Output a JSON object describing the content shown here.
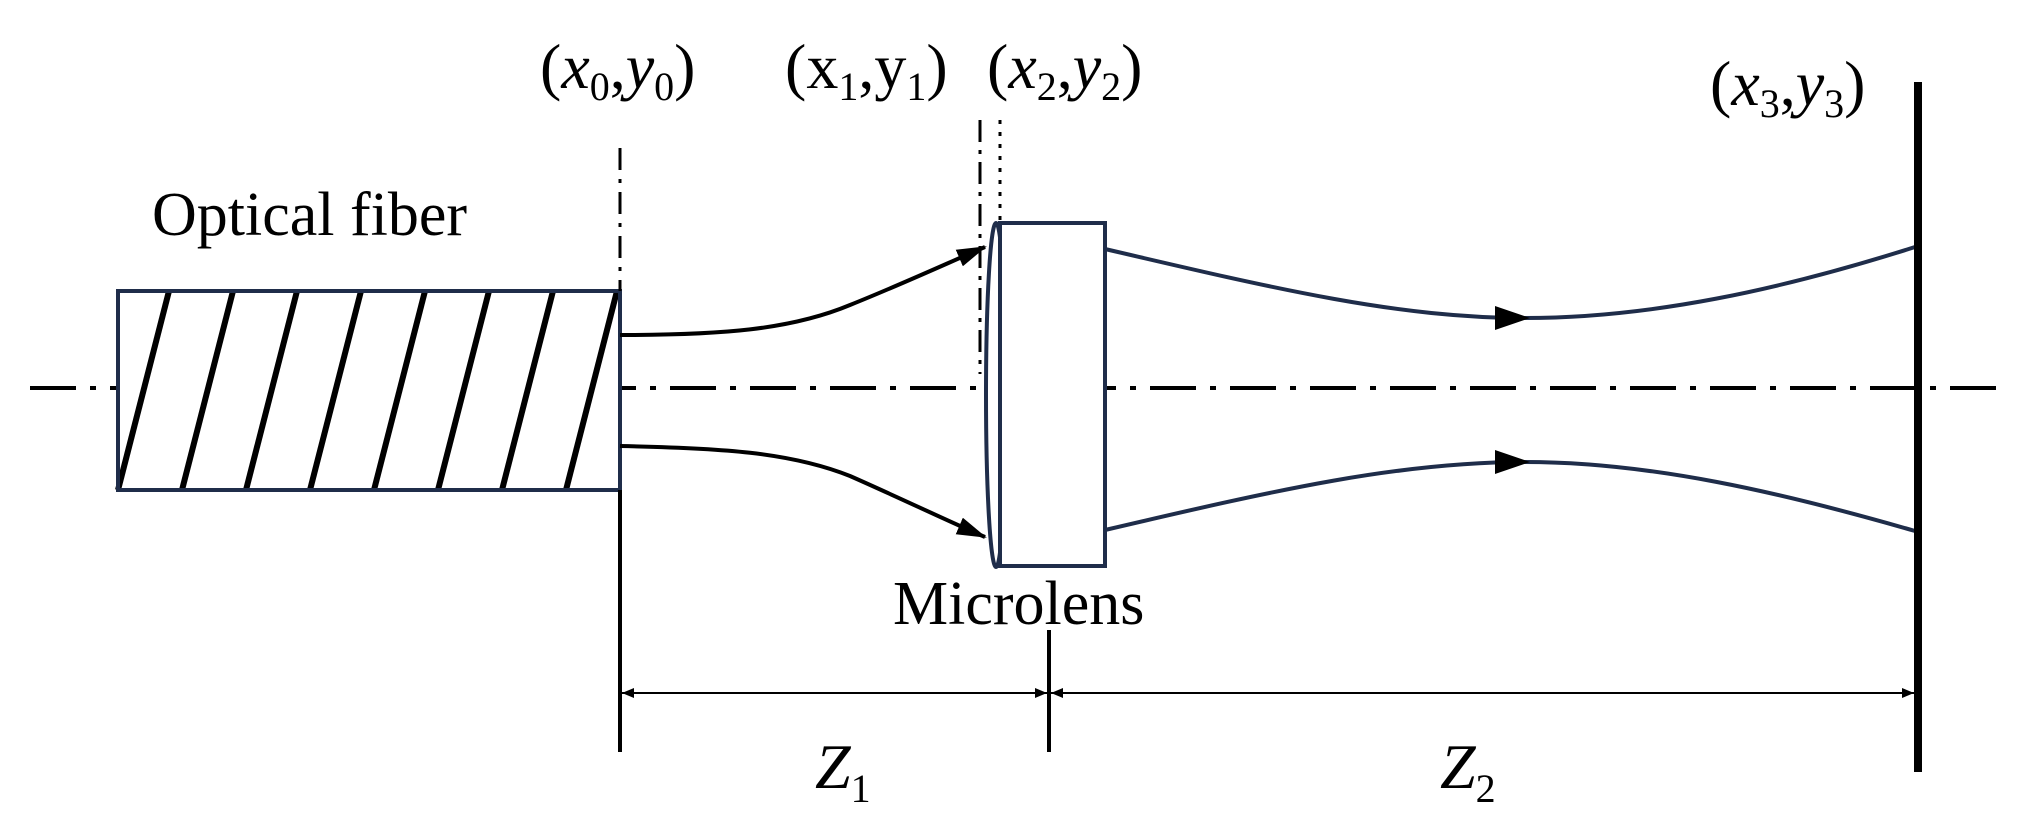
{
  "labels": {
    "fiber": "Optical fiber",
    "microlens": "Microlens"
  },
  "points": {
    "p0": {
      "open": "(",
      "x": "x",
      "x_sub": "0",
      "sep": ",",
      "y": "y",
      "y_sub": "0",
      "close": ")"
    },
    "p1": {
      "open": "(",
      "x": "x",
      "x_sub": "1",
      "sep": ",",
      "y": "y",
      "y_sub": "1",
      "close": ")"
    },
    "p2": {
      "open": "(",
      "x": "x",
      "x_sub": "2",
      "sep": ",",
      "y": "y",
      "y_sub": "2",
      "close": ")"
    },
    "p3": {
      "open": "(",
      "x": "x",
      "x_sub": "3",
      "sep": ",",
      "y": "y",
      "y_sub": "3",
      "close": ")"
    }
  },
  "distances": {
    "z1": {
      "main": "Z",
      "sub": "1"
    },
    "z2": {
      "main": "Z",
      "sub": "2"
    }
  },
  "colors": {
    "ink": "#000000",
    "beam": "#1f2d4a",
    "box": "#1f2d4a"
  }
}
